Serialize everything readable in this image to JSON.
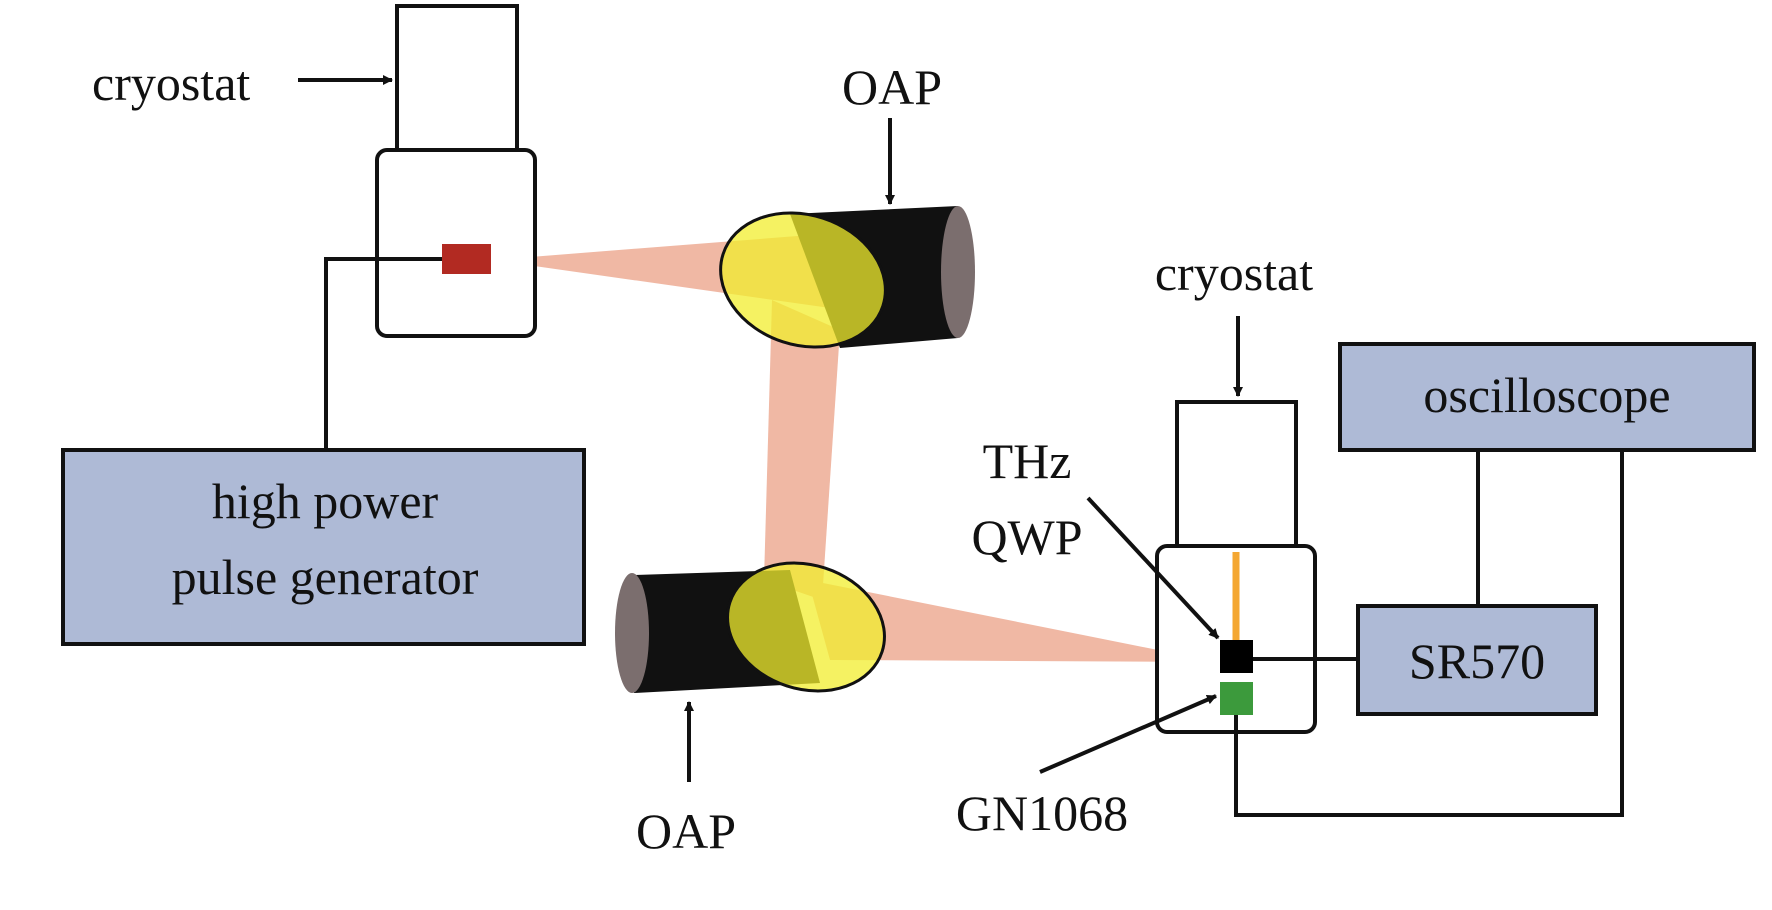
{
  "labels": {
    "cryostat_left": "cryostat",
    "cryostat_right": "cryostat",
    "oap_top": "OAP",
    "oap_bottom": "OAP",
    "pulse_generator_line1": "high power",
    "pulse_generator_line2": "pulse generator",
    "oscilloscope": "oscilloscope",
    "sr570": "SR570",
    "thz_line1": "THz",
    "thz_line2": "QWP",
    "gn1068": "GN1068"
  },
  "colors": {
    "box_fill": "#aebad6",
    "beam": "#f0b8a4",
    "source": "#b22a22",
    "mirror_body": "#111111",
    "mirror_end": "#7b6e6e",
    "mirror_face": "#f1ee2e",
    "qwp_chip": "#000000",
    "gn1068_chip": "#3c9a3c",
    "wire_orange": "#f4a732"
  }
}
